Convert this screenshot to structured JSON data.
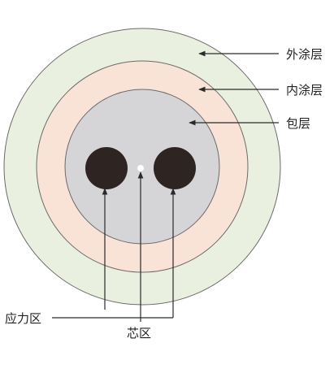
{
  "labels": {
    "outer_coating": "外涂层",
    "inner_coating": "内涂层",
    "cladding": "包层",
    "stress_region": "应力区",
    "core_region": "芯区"
  },
  "colors": {
    "outer_coating": "#eaf0e0",
    "inner_coating": "#f8e3d6",
    "cladding": "#d5d5d7",
    "stress_rods": "#2e2523",
    "core": "#ffffff",
    "outline": "#6b6b6b",
    "leader_line": "#2a2a2a"
  }
}
